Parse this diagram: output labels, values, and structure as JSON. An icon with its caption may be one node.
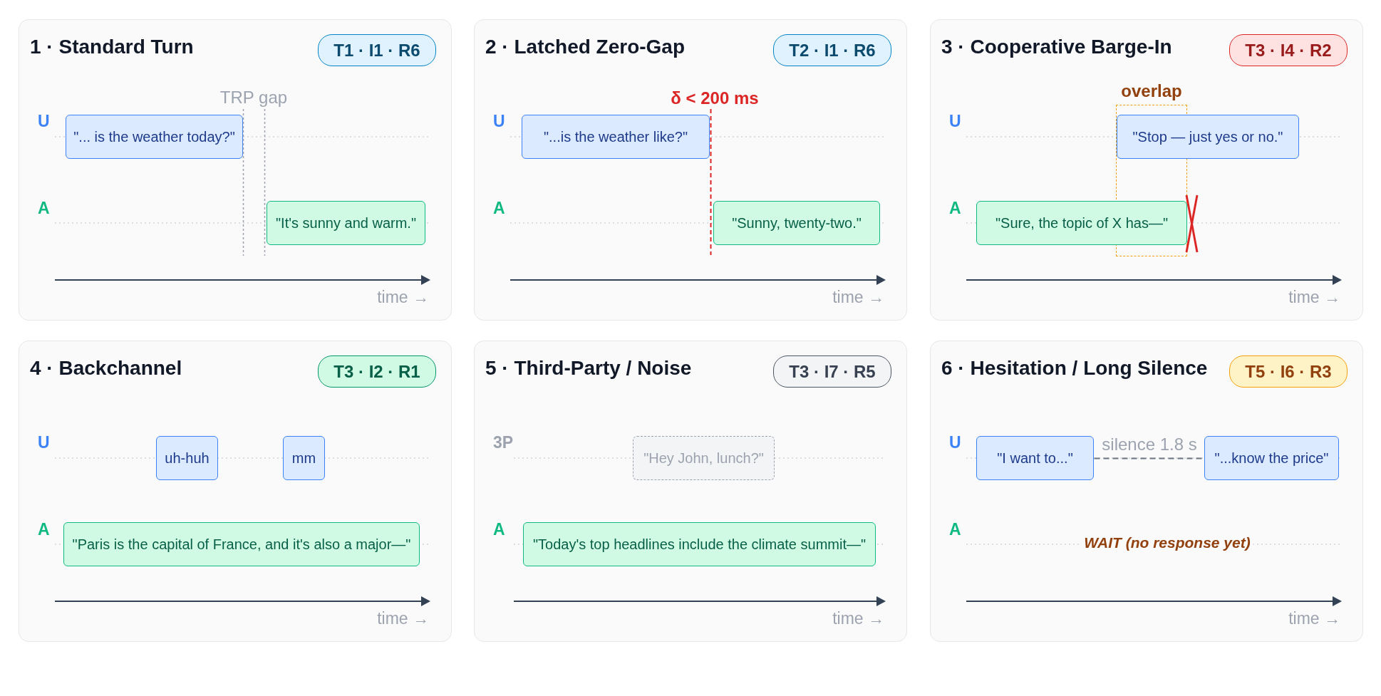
{
  "diagram": {
    "nodes": [
      {
        "text": [
          "1 · Standard Turn"
        ]
      },
      {
        "text": [
          "T1 · I1 · R6"
        ],
        "in": 0
      },
      {
        "text": [
          "\"... is the weather today?\""
        ],
        "in": 0
      },
      {
        "text": [
          "\"It's sunny and warm.\""
        ],
        "in": 0
      },
      {
        "text": [
          "2 · Latched Zero-Gap"
        ]
      },
      {
        "text": [
          "T2 · I1 · R6"
        ],
        "in": 4
      },
      {
        "text": [
          "\"...is the weather like?\""
        ],
        "in": 4
      },
      {
        "text": [
          "\"Sunny, twenty-two.\""
        ],
        "in": 4
      },
      {
        "text": [
          "3 · Cooperative Barge-In"
        ]
      },
      {
        "text": [
          "T3 · I4 · R2"
        ],
        "in": 8
      },
      {
        "text": [
          "overlap"
        ],
        "in": 8
      },
      {
        "text": [
          "\"Stop — just yes or no.\""
        ],
        "in": 8
      },
      {
        "text": [
          "\"Sure, the topic of X has—\""
        ],
        "in": 8
      },
      {
        "text": [
          "4 · Backchannel"
        ]
      },
      {
        "text": [
          "T3 · I2 · R1"
        ],
        "in": 13
      },
      {
        "text": [
          "uh-huh"
        ],
        "in": 13
      },
      {
        "text": [
          "mm"
        ],
        "in": 13
      },
      {
        "text": [
          "\"Paris is the capital of France, and it's also a major—\""
        ],
        "in": 13
      },
      {
        "text": [
          "5 · Third-Party / Noise"
        ]
      },
      {
        "text": [
          "T3 · I7 · R5"
        ],
        "in": 18
      },
      {
        "text": [
          "\"Hey John, lunch?\""
        ],
        "in": 18
      },
      {
        "text": [
          "\"Today's top headlines include the climate summit—\""
        ],
        "in": 18
      },
      {
        "text": [
          "6 · Hesitation / Long Silence"
        ]
      },
      {
        "text": [
          "T5 · I6 · R3"
        ],
        "in": 22
      },
      {
        "text": [
          "\"I want to...\""
        ],
        "in": 22
      },
      {
        "text": [
          "\"...know the price\""
        ],
        "in": 22
      }
    ],
    "edges": [
      {
        "from": 24,
        "to": 25,
        "arrow": "none",
        "style": "dashed",
        "label": "silence 1.8 s"
      }
    ],
    "labels": [
      "TRP gap",
      "U",
      "A",
      "time →",
      "δ < 200 ms",
      "U",
      "A",
      "time →",
      "U",
      "A",
      "time →",
      "U",
      "A",
      "time →",
      "3P",
      "A",
      "time →",
      "U",
      "A",
      "WAIT (no response yet)",
      "time →"
    ]
  }
}
